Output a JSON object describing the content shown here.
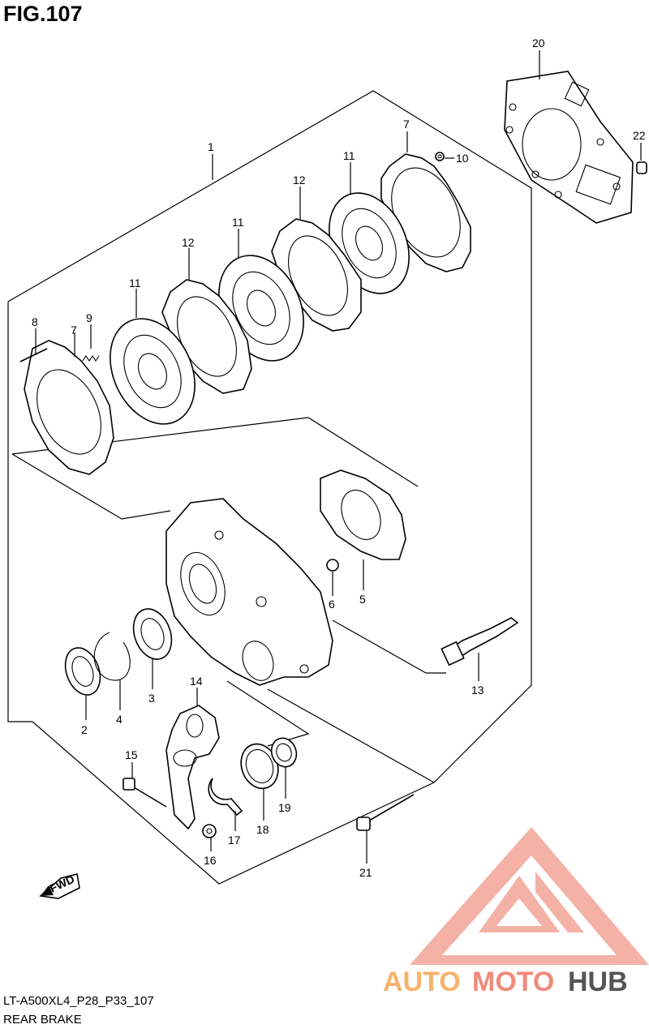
{
  "figure": {
    "title": "FIG.107",
    "model_code": "LT-A500XL4_P28_P33_107",
    "name": "REAR BRAKE"
  },
  "fwd_label": "FWD",
  "callouts": [
    "1",
    "2",
    "3",
    "4",
    "5",
    "6",
    "7",
    "7",
    "8",
    "9",
    "10",
    "11",
    "11",
    "11",
    "12",
    "12",
    "13",
    "14",
    "15",
    "16",
    "17",
    "18",
    "19",
    "20",
    "21",
    "22"
  ],
  "watermark": {
    "part1": "AUTO",
    "part2": "MOTO",
    "part3": "HUB",
    "color_primary": "#f08a7a",
    "color_secondary": "#f6b36a",
    "color_dark": "#555555"
  },
  "colors": {
    "line": "#000000",
    "background": "#ffffff"
  }
}
